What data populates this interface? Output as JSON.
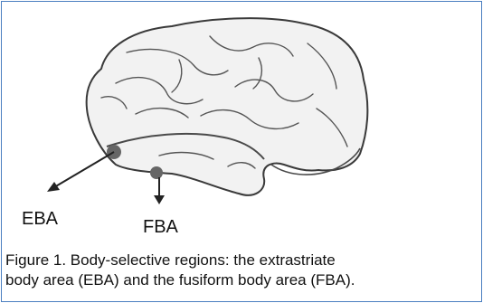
{
  "figure": {
    "labels": {
      "eba": "EBA",
      "fba": "FBA"
    },
    "caption_line1": "Figure 1. Body-selective regions: the extrastriate",
    "caption_line2": "body area (EBA) and the fusiform body area (FBA).",
    "colors": {
      "border": "#4a7fc0",
      "brain_fill": "#f2f2f2",
      "brain_outline": "#3a3a3a",
      "region_marker": "#666666",
      "arrow": "#222222"
    }
  }
}
